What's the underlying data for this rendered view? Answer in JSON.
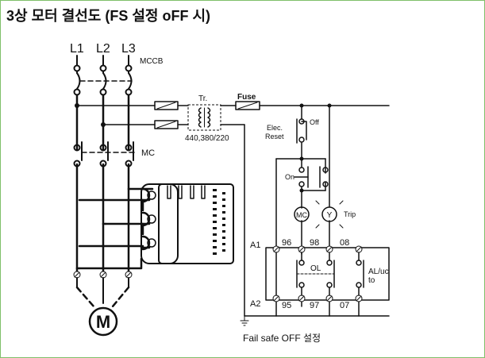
{
  "title": "3상 모터 결선도 (FS 설정 oFF 시)",
  "lines": [
    "L1",
    "L2",
    "L3"
  ],
  "mccb": "MCCB",
  "mc": "MC",
  "tr": "Tr.",
  "tr_voltage": "440,380/220",
  "fuse": "Fuse",
  "elec_reset": [
    "Elec.",
    "Reset"
  ],
  "off": "Off",
  "on": "On",
  "mc_coil": "MC",
  "lamp": "Y",
  "trip": "Trip",
  "terminals": {
    "a1": "A1",
    "a2": "A2",
    "t96": "96",
    "t98": "98",
    "t08": "08",
    "t95": "95",
    "t97": "97",
    "t07": "07"
  },
  "ol": "OL",
  "aluc": [
    "AL/uc",
    "to"
  ],
  "motor": "M",
  "caption": "Fail safe OFF 설정"
}
